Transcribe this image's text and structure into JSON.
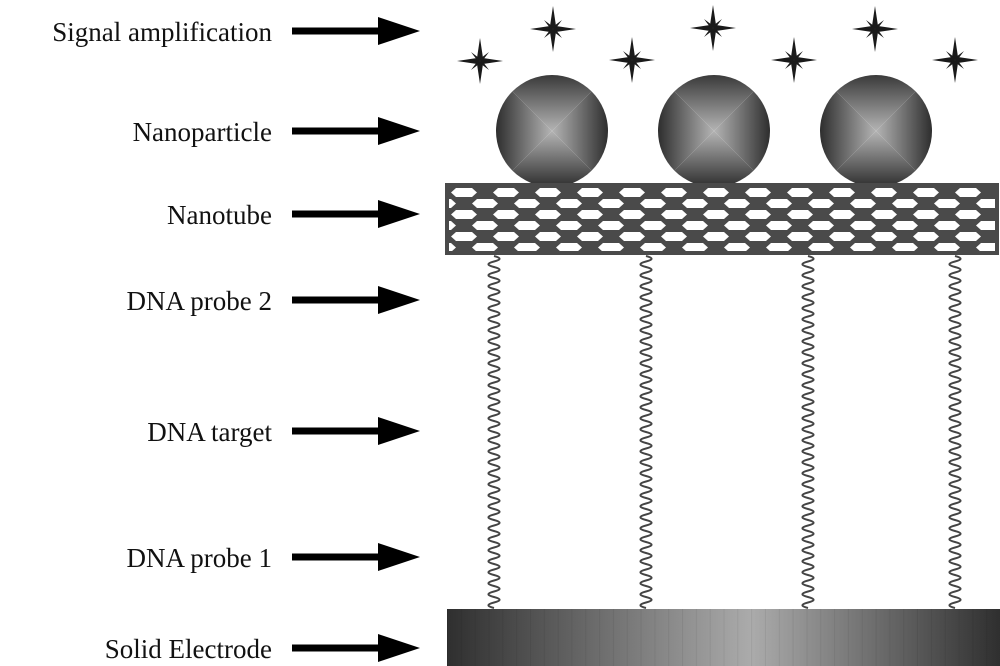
{
  "labels": {
    "signal": "Signal amplification",
    "nanoparticle": "Nanoparticle",
    "nanotube": "Nanotube",
    "probe2": "DNA probe 2",
    "target": "DNA target",
    "probe1": "DNA probe 1",
    "electrode": "Solid Electrode"
  },
  "arrow_icon": "right-arrow-icon",
  "star_icon": "sparkle-star-icon",
  "counts": {
    "stars": 7,
    "nanoparticles": 3,
    "dna_strands": 4
  },
  "colors": {
    "text": "#111111",
    "arrow": "#000000",
    "star": "#1a1a1a",
    "nanotube_frame": "#4a4a4a",
    "nanotube_holes": "#ffffff",
    "dna": "#444444",
    "sphere_light": "#b0b0b0",
    "sphere_dark": "#3a3a3a",
    "electrode_dark": "#333333",
    "electrode_light": "#aaaaaa"
  }
}
